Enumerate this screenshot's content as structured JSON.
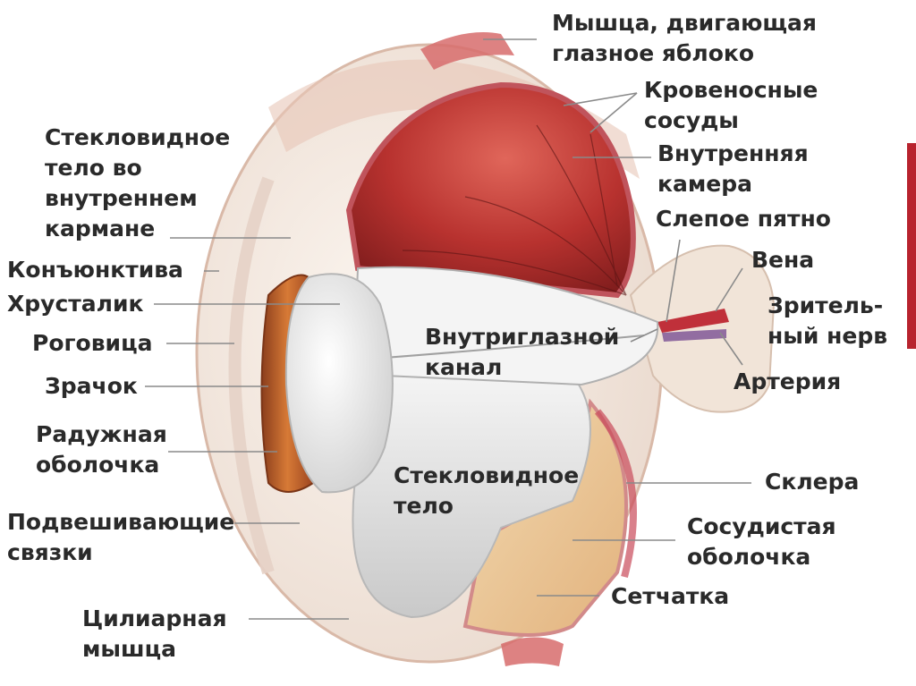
{
  "labels": {
    "muscle": [
      "Мышца, двигающая",
      "глазное яблоко"
    ],
    "blood_vessels": [
      "Кровеносные",
      "сосуды"
    ],
    "inner_chamber": [
      "Внутренняя",
      "камера"
    ],
    "blind_spot": "Слепое пятно",
    "vein": "Вена",
    "optic_nerve": [
      "Зритель-",
      "ный нерв"
    ],
    "artery": "Артерия",
    "vitreous_pocket": [
      "Стекловидное",
      "тело во",
      "внутреннем",
      "кармане"
    ],
    "conjunctiva": "Конъюнктива",
    "lens": "Хрусталик",
    "cornea": "Роговица",
    "pupil": "Зрачок",
    "iris": [
      "Радужная",
      "оболочка"
    ],
    "ligaments": [
      "Подвешивающие",
      "связки"
    ],
    "ciliary_muscle": [
      "Цилиарная",
      "мышца"
    ],
    "intraocular_canal": [
      "Внутриглазной",
      "канал"
    ],
    "vitreous_body": [
      "Стекловидное",
      "тело"
    ],
    "sclera": "Склера",
    "choroid": [
      "Сосудистая",
      "оболочка"
    ],
    "retina": "Сетчатка"
  },
  "colors": {
    "label_text": "#2a2a2a",
    "leader_line": "#8a8a8a",
    "inner_chamber": "#b0302e",
    "sclera": "#f3e6dc",
    "lens": "#eeeeee",
    "iris": "#c7612a",
    "edge_bar": "#b8232e"
  }
}
